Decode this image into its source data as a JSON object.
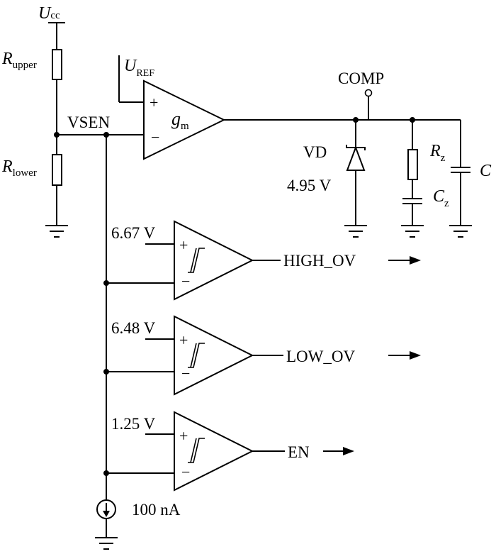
{
  "supply": {
    "symbol": "U",
    "subscript": "cc"
  },
  "divider": {
    "upper": {
      "symbol": "R",
      "subscript": "upper"
    },
    "lower": {
      "symbol": "R",
      "subscript": "lower"
    }
  },
  "node_vsen": "VSEN",
  "reference": {
    "symbol": "U",
    "subscript": "REF"
  },
  "amplifier": {
    "symbol": "g",
    "subscript": "m",
    "plus": "+",
    "minus": "−"
  },
  "comp_node": "COMP",
  "zener": {
    "name": "VD",
    "voltage": "4.95 V"
  },
  "rz": {
    "symbol": "R",
    "subscript": "z"
  },
  "cz": {
    "symbol": "C",
    "subscript": "z"
  },
  "c": {
    "symbol": "C"
  },
  "comparators": [
    {
      "threshold": "6.67 V",
      "output": "HIGH_OV",
      "plus": "+",
      "minus": "−"
    },
    {
      "threshold": "6.48 V",
      "output": "LOW_OV",
      "plus": "+",
      "minus": "−"
    },
    {
      "threshold": "1.25 V",
      "output": "EN",
      "plus": "+",
      "minus": "−"
    }
  ],
  "current_source": "100 nA"
}
